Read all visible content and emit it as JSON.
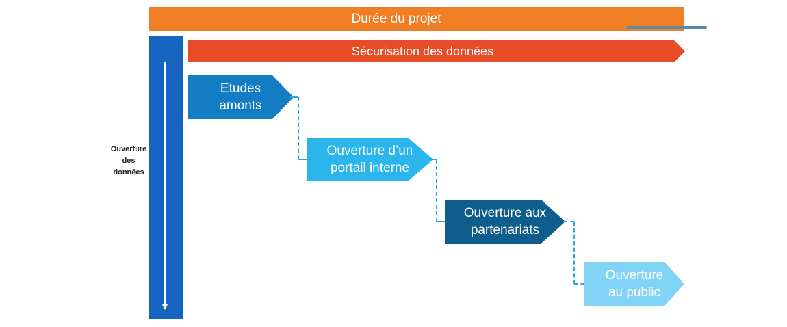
{
  "diagram": {
    "duration_label": "Durée du projet",
    "security_label": "Sécurisation des données",
    "side_label": [
      "Ouverture",
      "des",
      "données"
    ],
    "steps": [
      {
        "line1": "Etudes",
        "line2": "amonts"
      },
      {
        "line1": "Ouverture d’un",
        "line2": "portail interne"
      },
      {
        "line1": "Ouverture aux",
        "line2": "partenariats"
      },
      {
        "line1": "Ouverture",
        "line2": "au public"
      }
    ]
  },
  "colors": {
    "duration_bar": "#ef7e24",
    "security_arrow": "#e84c25",
    "vertical_bar": "#1565c0",
    "step_1": "#137cc2",
    "step_2": "#2ab6ec",
    "step_3": "#0e5d8c",
    "step_4": "#82d4f6",
    "connector": "#27a7da"
  }
}
